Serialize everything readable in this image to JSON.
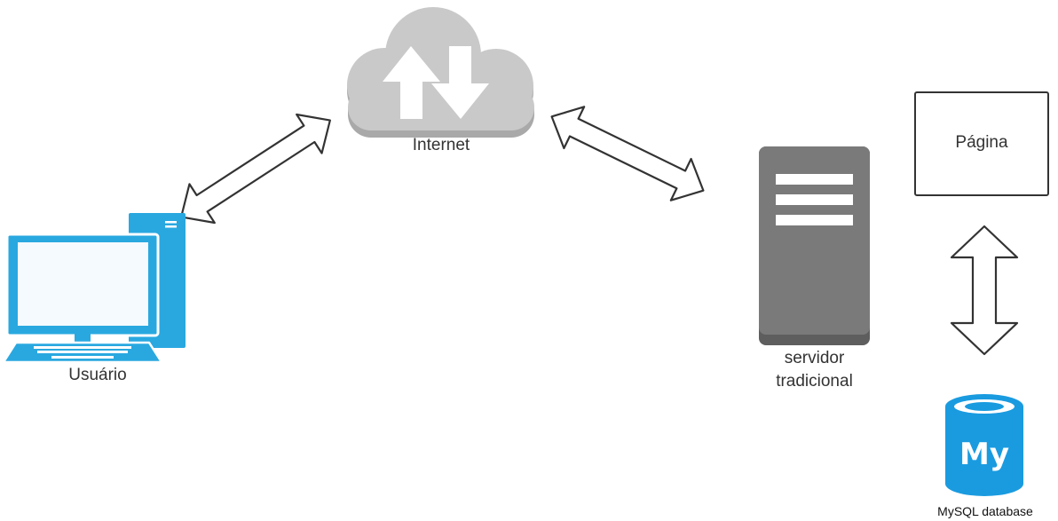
{
  "diagram": {
    "nodes": {
      "usuario": {
        "label": "Usuário",
        "icon": "desktop-computer-icon",
        "color": "#29a8e0"
      },
      "internet": {
        "label": "Internet",
        "icon": "cloud-upload-download-icon",
        "color": "#c9c9c9"
      },
      "servidor": {
        "label_line1": "servidor",
        "label_line2": "tradicional",
        "icon": "server-tower-icon",
        "color": "#7a7a7a"
      },
      "pagina": {
        "label": "Página"
      },
      "mysql": {
        "label": "MySQL database",
        "badge": "My",
        "icon": "database-cylinder-icon",
        "color": "#1a9be0"
      }
    },
    "edges": [
      {
        "from": "usuario",
        "to": "internet",
        "style": "double-arrow"
      },
      {
        "from": "internet",
        "to": "servidor",
        "style": "double-arrow"
      },
      {
        "from": "pagina",
        "to": "mysql",
        "style": "double-arrow"
      }
    ]
  }
}
